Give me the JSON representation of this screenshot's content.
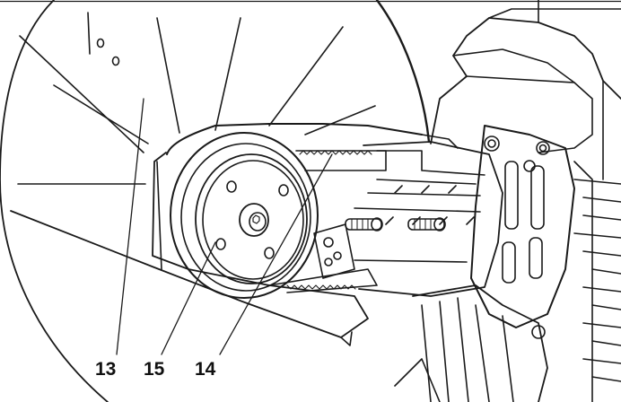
{
  "callouts": [
    {
      "id": "13",
      "label": "13"
    },
    {
      "id": "15",
      "label": "15"
    },
    {
      "id": "14",
      "label": "14"
    }
  ],
  "colors": {
    "line": "#1a1a1a",
    "paper": "#ffffff",
    "shade": "#cfcfcf"
  }
}
